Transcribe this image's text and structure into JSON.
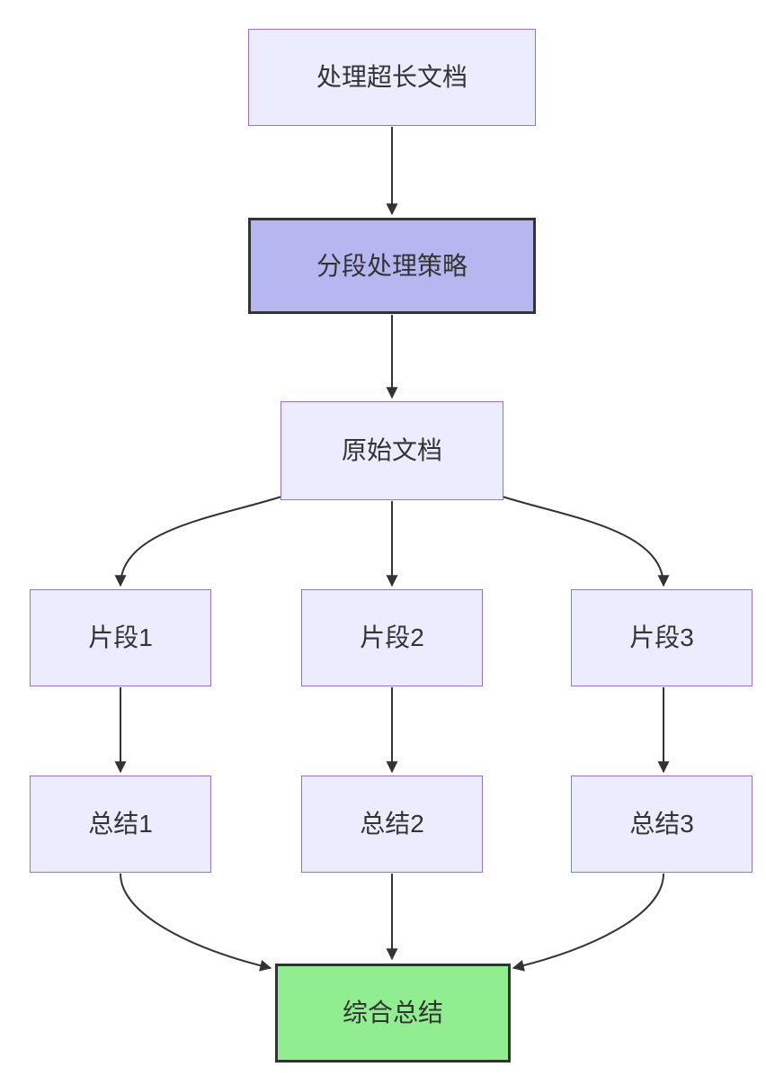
{
  "diagram": {
    "type": "flowchart",
    "direction": "top-down",
    "nodes": [
      {
        "id": "A",
        "label": "处理超长文档",
        "style": "default"
      },
      {
        "id": "B",
        "label": "分段处理策略",
        "style": "emphasis-purple"
      },
      {
        "id": "C",
        "label": "原始文档",
        "style": "default"
      },
      {
        "id": "D1",
        "label": "片段1",
        "style": "default"
      },
      {
        "id": "D2",
        "label": "片段2",
        "style": "default"
      },
      {
        "id": "D3",
        "label": "片段3",
        "style": "default"
      },
      {
        "id": "E1",
        "label": "总结1",
        "style": "default"
      },
      {
        "id": "E2",
        "label": "总结2",
        "style": "default"
      },
      {
        "id": "E3",
        "label": "总结3",
        "style": "default"
      },
      {
        "id": "F",
        "label": "综合总结",
        "style": "emphasis-green"
      }
    ],
    "edges": [
      {
        "from": "A",
        "to": "B"
      },
      {
        "from": "B",
        "to": "C"
      },
      {
        "from": "C",
        "to": "D1"
      },
      {
        "from": "C",
        "to": "D2"
      },
      {
        "from": "C",
        "to": "D3"
      },
      {
        "from": "D1",
        "to": "E1"
      },
      {
        "from": "D2",
        "to": "E2"
      },
      {
        "from": "D3",
        "to": "E3"
      },
      {
        "from": "E1",
        "to": "F"
      },
      {
        "from": "E2",
        "to": "F"
      },
      {
        "from": "E3",
        "to": "F"
      }
    ],
    "colors": {
      "background": "#ffffff",
      "node_fill": "#ECECFF",
      "node_border": "#9370DB",
      "emphasis_purple_fill": "#b6b6f0",
      "emphasis_green_fill": "#90ee90",
      "emphasis_border": "#333333",
      "edge": "#333333",
      "text": "#333333"
    }
  }
}
